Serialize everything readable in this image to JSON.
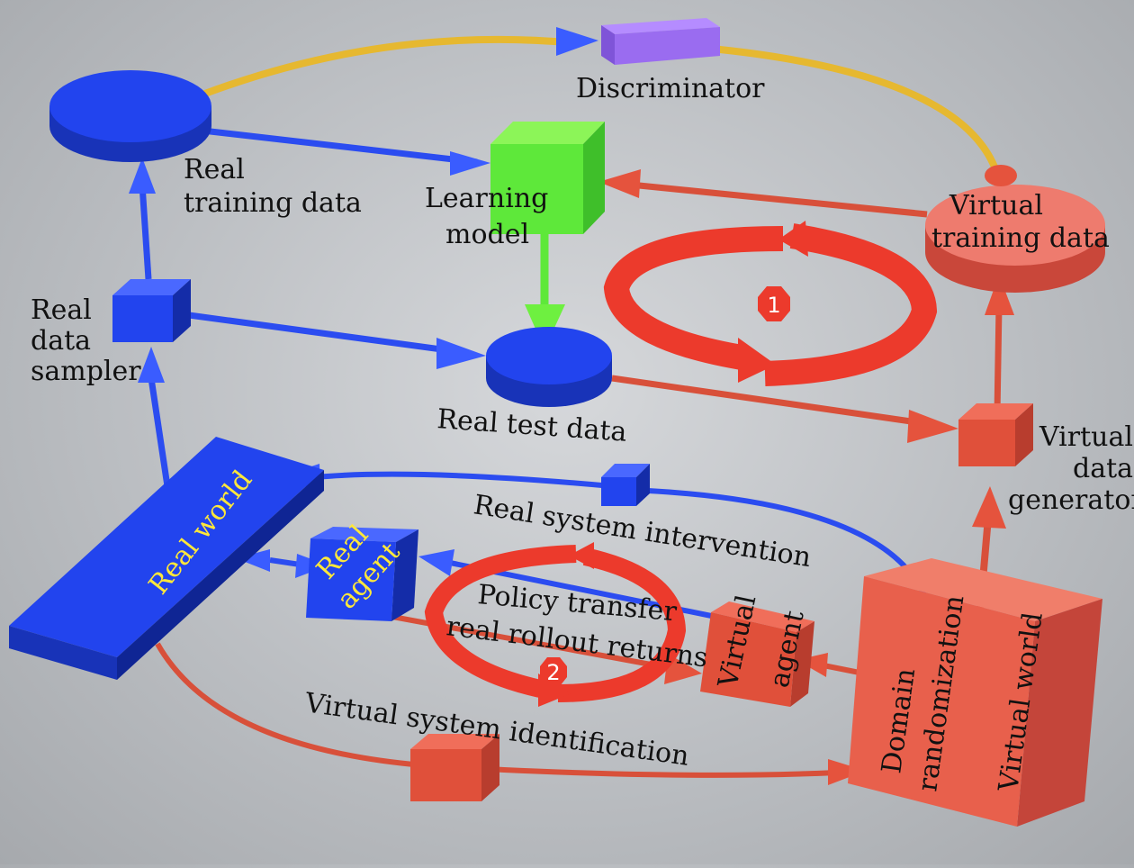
{
  "labels": {
    "discriminator": "Discriminator",
    "real_training_data": [
      "Real",
      "training data"
    ],
    "learning_model": [
      "Learning",
      "model"
    ],
    "virtual_training_data": [
      "Virtual",
      "training data"
    ],
    "real_data_sampler": [
      "Real",
      "data",
      "sampler"
    ],
    "real_test_data": "Real test data",
    "virtual_data_generator": [
      "Virtual",
      "data",
      "generator"
    ],
    "real_world": "Real world",
    "real_system_intervention": "Real system intervention",
    "real_agent": [
      "Real",
      "agent"
    ],
    "policy_transfer": [
      "Policy transfer",
      "real rollout returns"
    ],
    "virtual_agent": [
      "Virtual",
      "agent"
    ],
    "domain_randomization": [
      "Domain",
      "randomization"
    ],
    "virtual_world": "Virtual world",
    "virtual_system_identification": "Virtual system identification"
  },
  "badges": {
    "loop1": "1",
    "loop2": "2"
  },
  "colors": {
    "real": "#1f3fe0",
    "virtual": "#e0503a",
    "learning": "#5ee83a",
    "discriminator": "#9a6cf0",
    "gold": "#e6b830",
    "loop": "#ec3a2c",
    "label_yellow": "#ffe83a"
  }
}
